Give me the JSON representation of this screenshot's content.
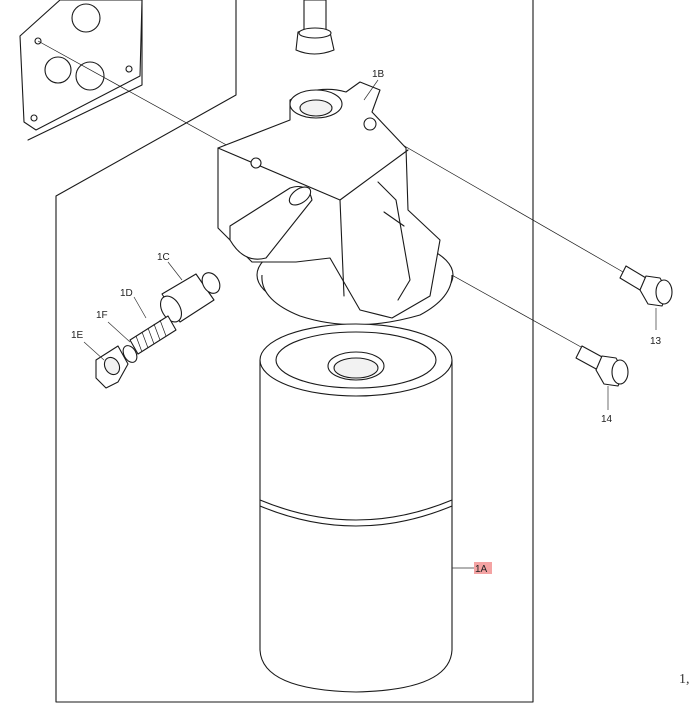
{
  "callouts": {
    "c1A": "1A",
    "c1B": "1B",
    "c1C": "1C",
    "c1D": "1D",
    "c1E": "1E",
    "c1F": "1F",
    "c13": "13",
    "c14": "14"
  },
  "highlight_color": "#f4a3a3",
  "page_ref": "1,"
}
